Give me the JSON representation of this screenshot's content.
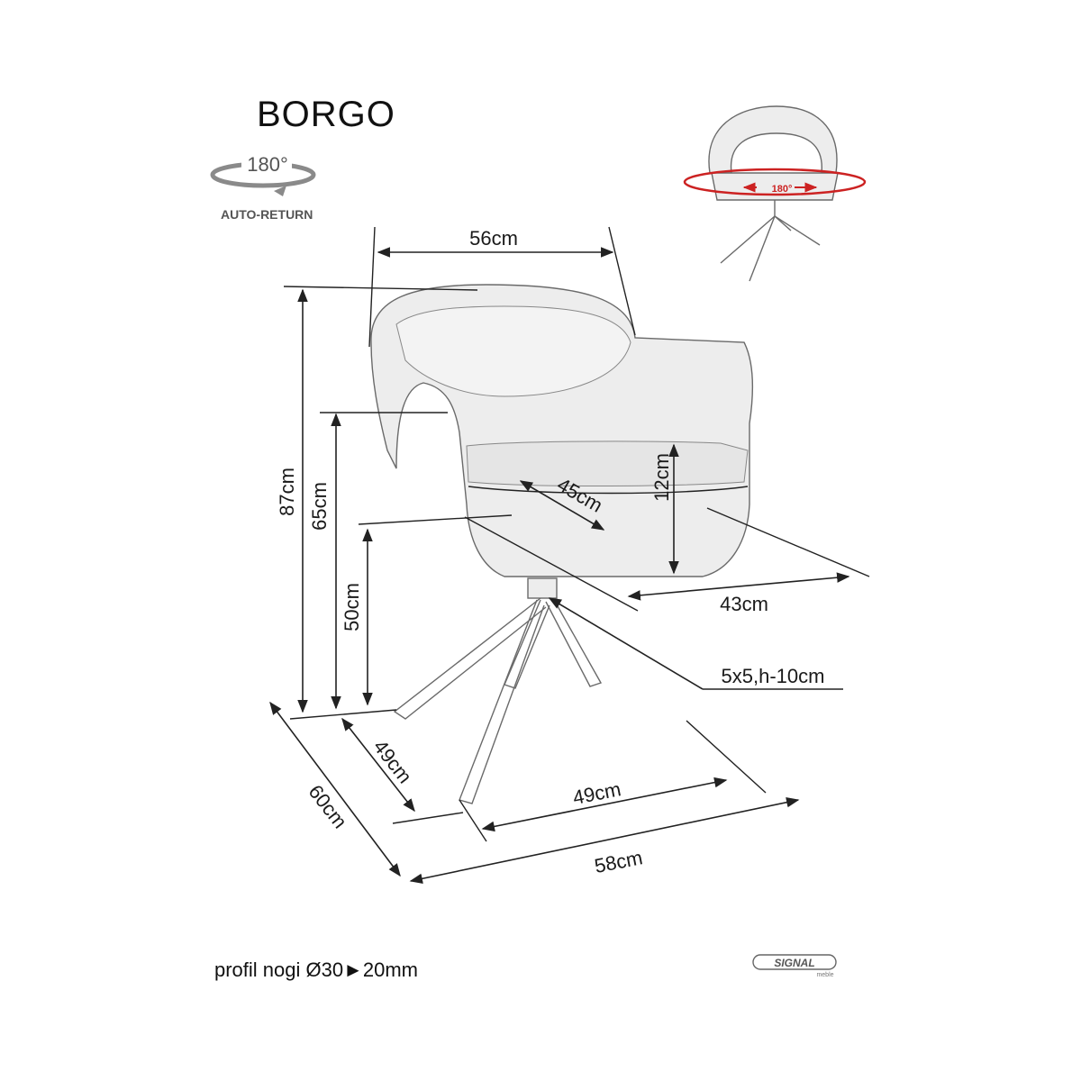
{
  "product": {
    "name": "BORGO"
  },
  "swivel": {
    "angle_label": "180°",
    "mode_label": "AUTO-RETURN",
    "thumb_angle_label": "180°"
  },
  "dimensions": {
    "width_top": "56cm",
    "total_height": "87cm",
    "armrest_height": "65cm",
    "seat_height": "50cm",
    "seat_depth": "45cm",
    "armrest_gap": "12cm",
    "seat_width": "43cm",
    "base_profile": "5x5,h-10cm",
    "leg_depth": "49cm",
    "total_depth": "60cm",
    "leg_width": "49cm",
    "total_width": "58cm"
  },
  "footer": {
    "leg_profile": "profil nogi Ø30►20mm",
    "brand": "SIGNAL",
    "brand_sub": "meble"
  },
  "colors": {
    "line": "#222222",
    "chair_fill": "#ededed",
    "rotation_accent": "#cc2222"
  }
}
